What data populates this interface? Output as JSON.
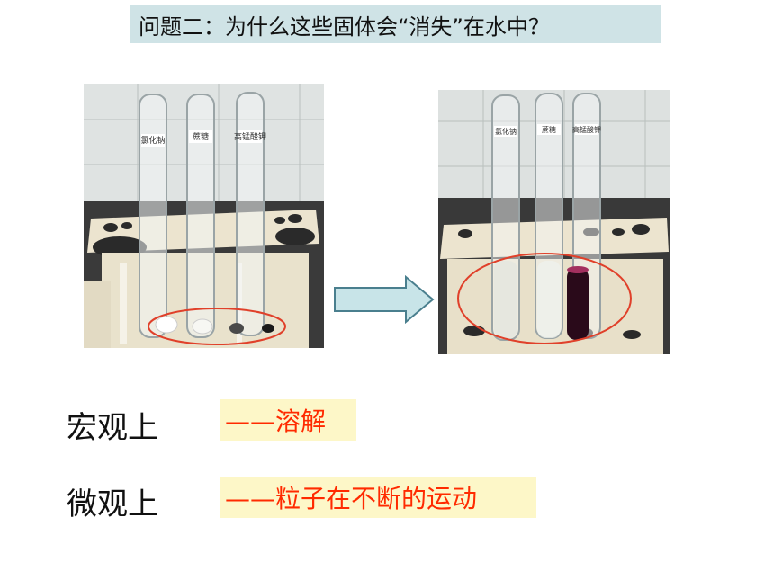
{
  "title": "问题二：为什么这些固体会“消失”在水中？",
  "photo_before": {
    "tube_labels": [
      "氯化钠",
      "蔗糖",
      "高锰酸钾"
    ]
  },
  "photo_after": {
    "tube_labels": [
      "氯化钠",
      "蔗糖",
      "高锰酸钾"
    ]
  },
  "rows": [
    {
      "label": "宏观上",
      "answer": "——溶解"
    },
    {
      "label": "微观上",
      "answer": "——粒子在不断的运动"
    }
  ],
  "colors": {
    "title_bg": "#cfe3e6",
    "answer_bg": "#fdf7c8",
    "answer_text": "#ff2a00",
    "highlight_ellipse": "#e0402a",
    "arrow_fill": "#c8e4e8",
    "arrow_stroke": "#4a7f8e"
  }
}
